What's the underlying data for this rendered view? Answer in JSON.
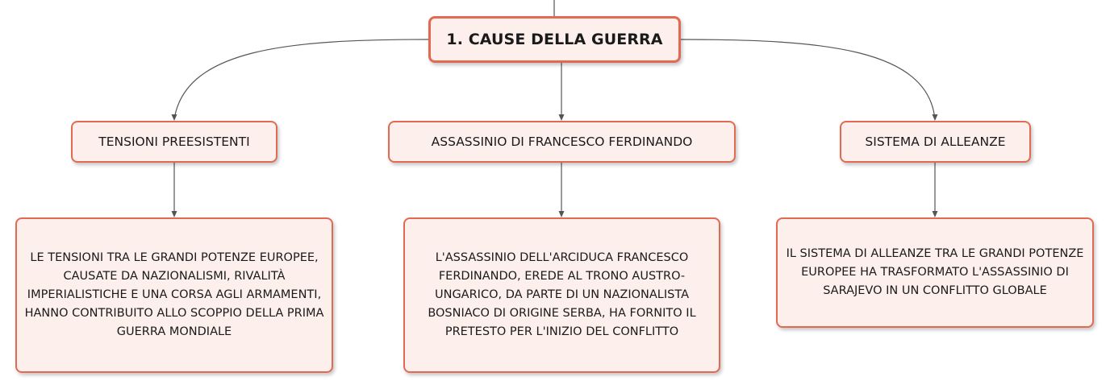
{
  "root": {
    "label": "1. CAUSE DELLA GUERRA"
  },
  "branches": [
    {
      "label": "TENSIONI PREESISTENTI",
      "detail": "LE TENSIONI TRA LE GRANDI POTENZE EUROPEE, CAUSATE DA NAZIONALISMI, RIVALITÀ IMPERIALISTICHE E UNA CORSA AGLI ARMAMENTI, HANNO CONTRIBUITO ALLO SCOPPIO DELLA PRIMA GUERRA MONDIALE"
    },
    {
      "label": "ASSASSINIO DI FRANCESCO FERDINANDO",
      "detail": "L'ASSASSINIO DELL'ARCIDUCA FRANCESCO FERDINANDO, EREDE AL TRONO AUSTRO-UNGARICO, DA PARTE DI UN NAZIONALISTA BOSNIACO DI ORIGINE SERBA, HA FORNITO IL PRETESTO PER L'INIZIO DEL CONFLITTO"
    },
    {
      "label": "SISTEMA DI ALLEANZE",
      "detail": "IL SISTEMA DI ALLEANZE TRA LE GRANDI POTENZE EUROPEE HA TRASFORMATO L'ASSASSINIO DI SARAJEVO IN UN CONFLITTO GLOBALE"
    }
  ],
  "colors": {
    "node_border": "#e36a52",
    "node_fill": "#fdf0ec",
    "connector": "#555555",
    "text": "#1a1a1a"
  }
}
